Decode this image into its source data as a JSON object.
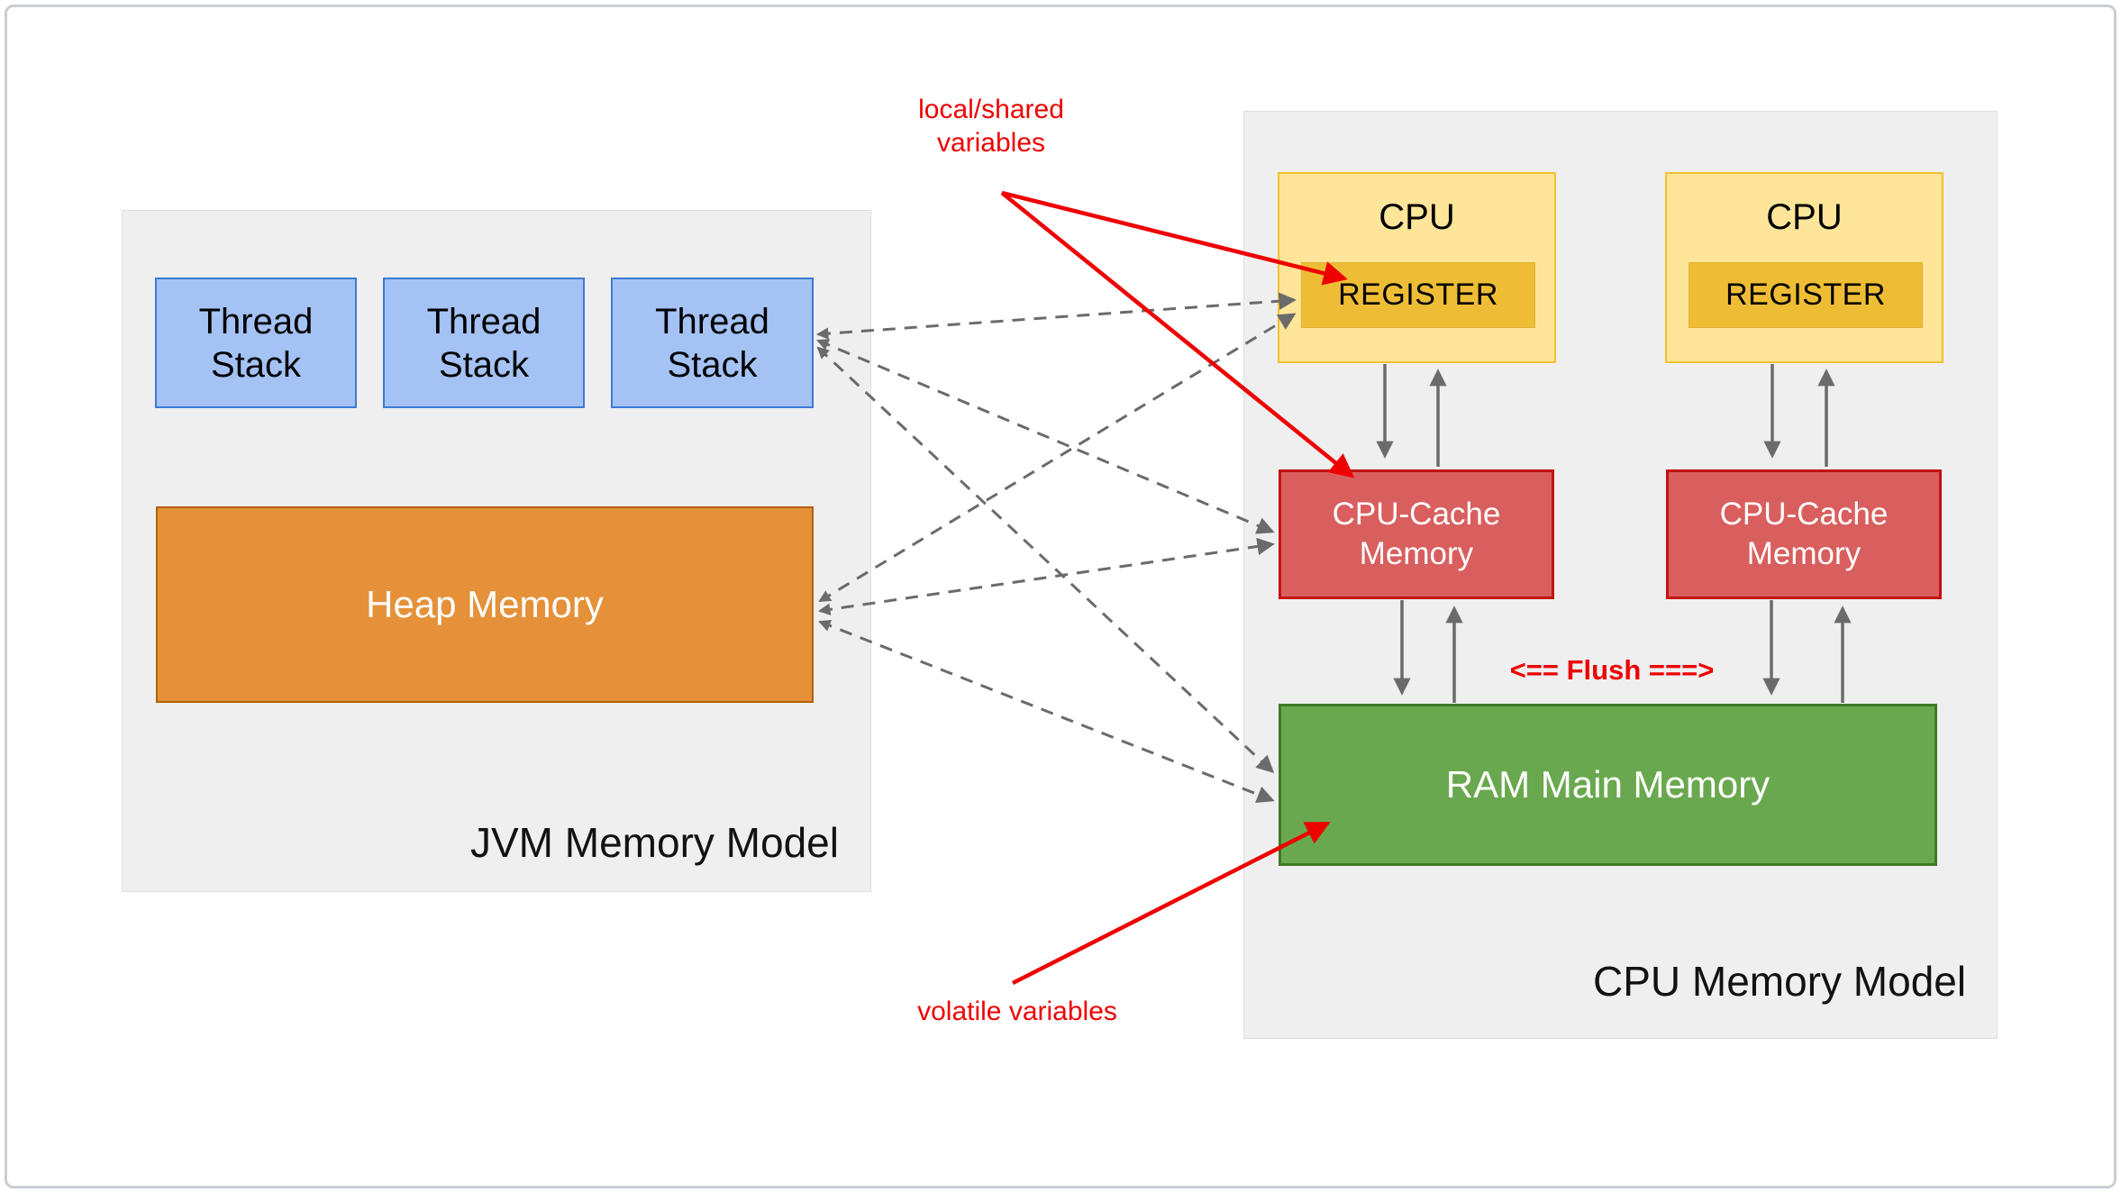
{
  "jvm_model": {
    "label": "JVM Memory Model",
    "thread_stacks": [
      "Thread\nStack",
      "Thread\nStack",
      "Thread\nStack"
    ],
    "heap": "Heap Memory"
  },
  "cpu_model": {
    "label": "CPU Memory Model",
    "columns": [
      {
        "cpu": "CPU",
        "register": "REGISTER",
        "cache": "CPU-Cache\nMemory"
      },
      {
        "cpu": "CPU",
        "register": "REGISTER",
        "cache": "CPU-Cache\nMemory"
      }
    ],
    "ram": "RAM Main Memory",
    "flush": "<== Flush ===>"
  },
  "annotations": {
    "local_shared": "local/shared\nvariables",
    "volatile": "volatile variables"
  },
  "colors": {
    "panel-bg": "#efefef",
    "panel-border": "#dcdfe2",
    "blue-fill": "#a4c2f4",
    "blue-border": "#3e7ad6",
    "orange-fill": "#e5913a",
    "orange-border": "#b45f06",
    "yellow-fill": "#ffe599",
    "yellow-border": "#f1c232",
    "register-fill": "#eebd35",
    "red-fill": "#d95f5f",
    "red-border": "#c41111",
    "green-fill": "#6aa84f",
    "green-border": "#3f7a28",
    "arrow-gray": "#6b6b6b",
    "annotation-red": "#ee0000",
    "canvas-border": "#c9ced2",
    "text-dark": "#121212",
    "text-white": "#ffffff"
  }
}
